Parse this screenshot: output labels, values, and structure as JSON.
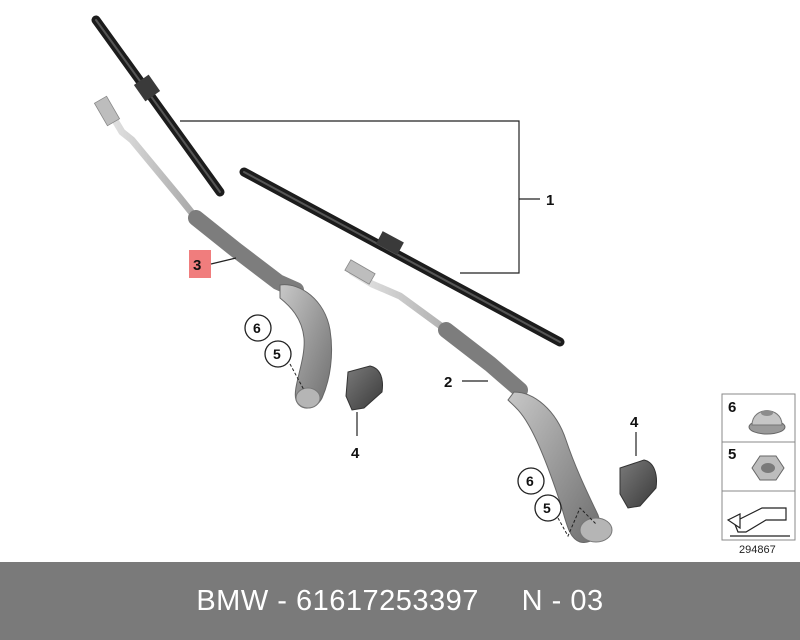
{
  "diagram": {
    "callouts": {
      "wiper_blades": "1",
      "wiper_arm_right": "2",
      "wiper_arm_left": "3",
      "cover_cap_left": "4",
      "cover_cap_right": "4"
    },
    "circled_labels": {
      "left_6": "6",
      "left_5": "5",
      "right_6": "6",
      "right_5": "5"
    },
    "legend": {
      "item_6": "6",
      "item_5": "5"
    },
    "reference_number": "294867",
    "highlight_color": "#f07d7d"
  },
  "footer": {
    "text": "BMW - 61617253397     N - 03"
  }
}
